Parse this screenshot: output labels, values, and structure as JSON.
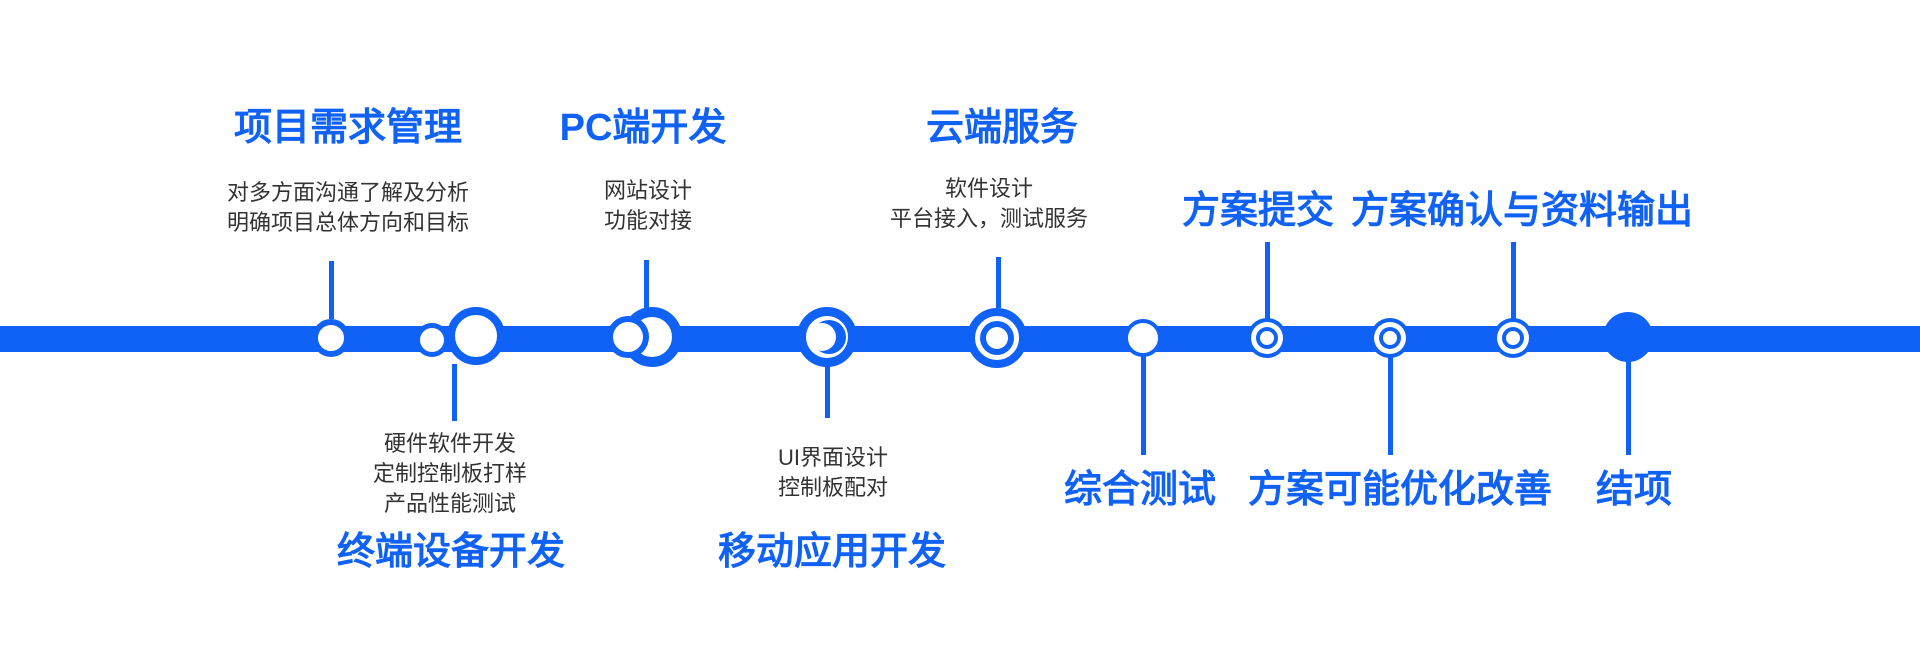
{
  "page": {
    "background": "#FFFFFF",
    "accent_blue": "#0F62F5",
    "text_color": "#333333"
  },
  "timeline": {
    "orientation": "horizontal",
    "stage_count": 10
  },
  "milestones": [
    {
      "id": "project-requirements",
      "title": "项目需求管理",
      "position": "above",
      "lines": [
        "对多方面沟通了解及分析",
        "明确项目总体方向和目标"
      ]
    },
    {
      "id": "terminal-device-dev",
      "title": "终端设备开发",
      "position": "below",
      "lines": [
        "硬件软件开发",
        "定制控制板打样",
        "产品性能测试"
      ]
    },
    {
      "id": "pc-dev",
      "title": "PC端开发",
      "position": "above",
      "lines": [
        "网站设计",
        "功能对接"
      ]
    },
    {
      "id": "mobile-app-dev",
      "title": "移动应用开发",
      "position": "below",
      "lines": [
        "UI界面设计",
        "控制板配对"
      ]
    },
    {
      "id": "cloud-services",
      "title": "云端服务",
      "position": "above",
      "lines": [
        "软件设计",
        "平台接入，测试服务"
      ]
    },
    {
      "id": "integrated-testing",
      "title": "综合测试",
      "position": "below",
      "lines": []
    },
    {
      "id": "proposal-submission",
      "title": "方案提交",
      "position": "above",
      "lines": []
    },
    {
      "id": "proposal-optimization",
      "title": "方案可能优化改善",
      "position": "below",
      "lines": []
    },
    {
      "id": "proposal-confirmation",
      "title": "方案确认与资料输出",
      "position": "above",
      "lines": []
    },
    {
      "id": "project-closure",
      "title": "结项",
      "position": "below",
      "lines": []
    }
  ]
}
